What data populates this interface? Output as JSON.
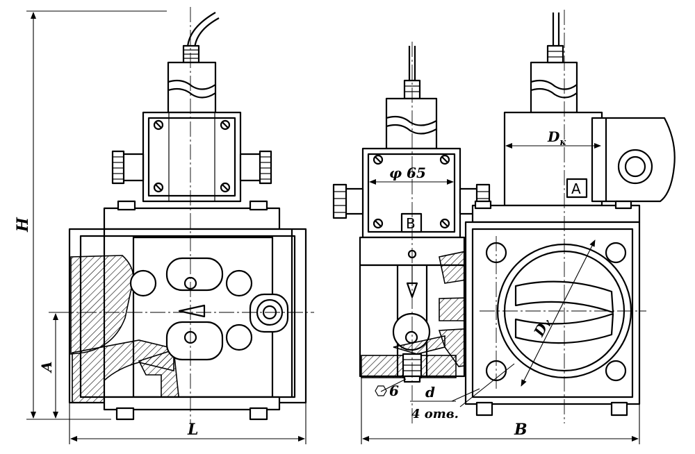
{
  "labels": {
    "H": "H",
    "A": "A",
    "L": "L",
    "B_dim": "B",
    "phi65": "φ 65",
    "Dk_main": "D",
    "Dk_sub": "к",
    "box_A": "A",
    "box_B": "B",
    "Dy": "Dᵧ",
    "hex6": "6",
    "d": "d",
    "holes": "4 отв."
  },
  "icons": {
    "hex": "hexagon-icon",
    "arrow": "flow-arrow-icon"
  },
  "colors": {
    "ink": "#000000",
    "paper": "#ffffff"
  }
}
